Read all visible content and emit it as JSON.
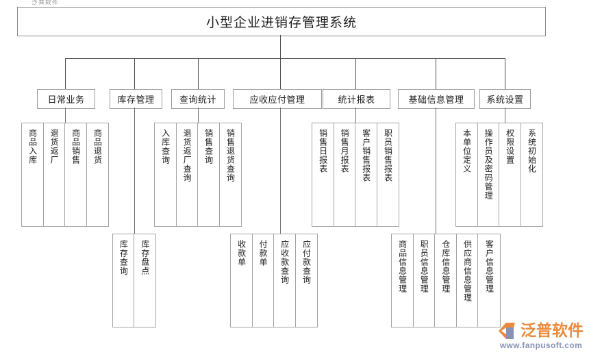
{
  "meta": {
    "breadcrumb_fragment": "泛普软件",
    "title": "小型企业进销存管理系统"
  },
  "watermark": {
    "brand_cn": "泛普软件",
    "url": "www.fanpusoft.com",
    "brand_color": "#e98a3c",
    "url_color": "#8892b8",
    "logo_icon": "fanpu-logo-icon"
  },
  "colors": {
    "border": "#9b9b9b",
    "line": "#4a4a4a",
    "text": "#1d1d1d",
    "background": "#ffffff"
  },
  "modules": [
    {
      "id": "daily-business",
      "label": "日常业务",
      "children": [
        "商品入库",
        "退货返厂",
        "商品销售",
        "商品退货"
      ]
    },
    {
      "id": "inventory-management",
      "label": "库存管理",
      "children": [
        "库存查询",
        "库存盘点"
      ]
    },
    {
      "id": "query-statistics",
      "label": "查询统计",
      "children": [
        "入库查询",
        "退货返厂查询",
        "销售查询",
        "销售退货查询"
      ]
    },
    {
      "id": "receivable-payable",
      "label": "应收应付管理",
      "children": [
        "收款单",
        "付款单",
        "应收款查询",
        "应付款查询"
      ]
    },
    {
      "id": "statistical-reports",
      "label": "统计报表",
      "children": [
        "销售日报表",
        "销售月报表",
        "客户销售报表",
        "职员销售报表"
      ]
    },
    {
      "id": "basic-information",
      "label": "基础信息管理",
      "children": [
        "商品信息管理",
        "职员信息管理",
        "仓库信息管理",
        "供应商信息管理",
        "客户信息管理"
      ]
    },
    {
      "id": "system-settings",
      "label": "系统设置",
      "children": [
        "本单位定义",
        "操作员及密码管理",
        "权限设置",
        "系统初始化"
      ]
    }
  ]
}
